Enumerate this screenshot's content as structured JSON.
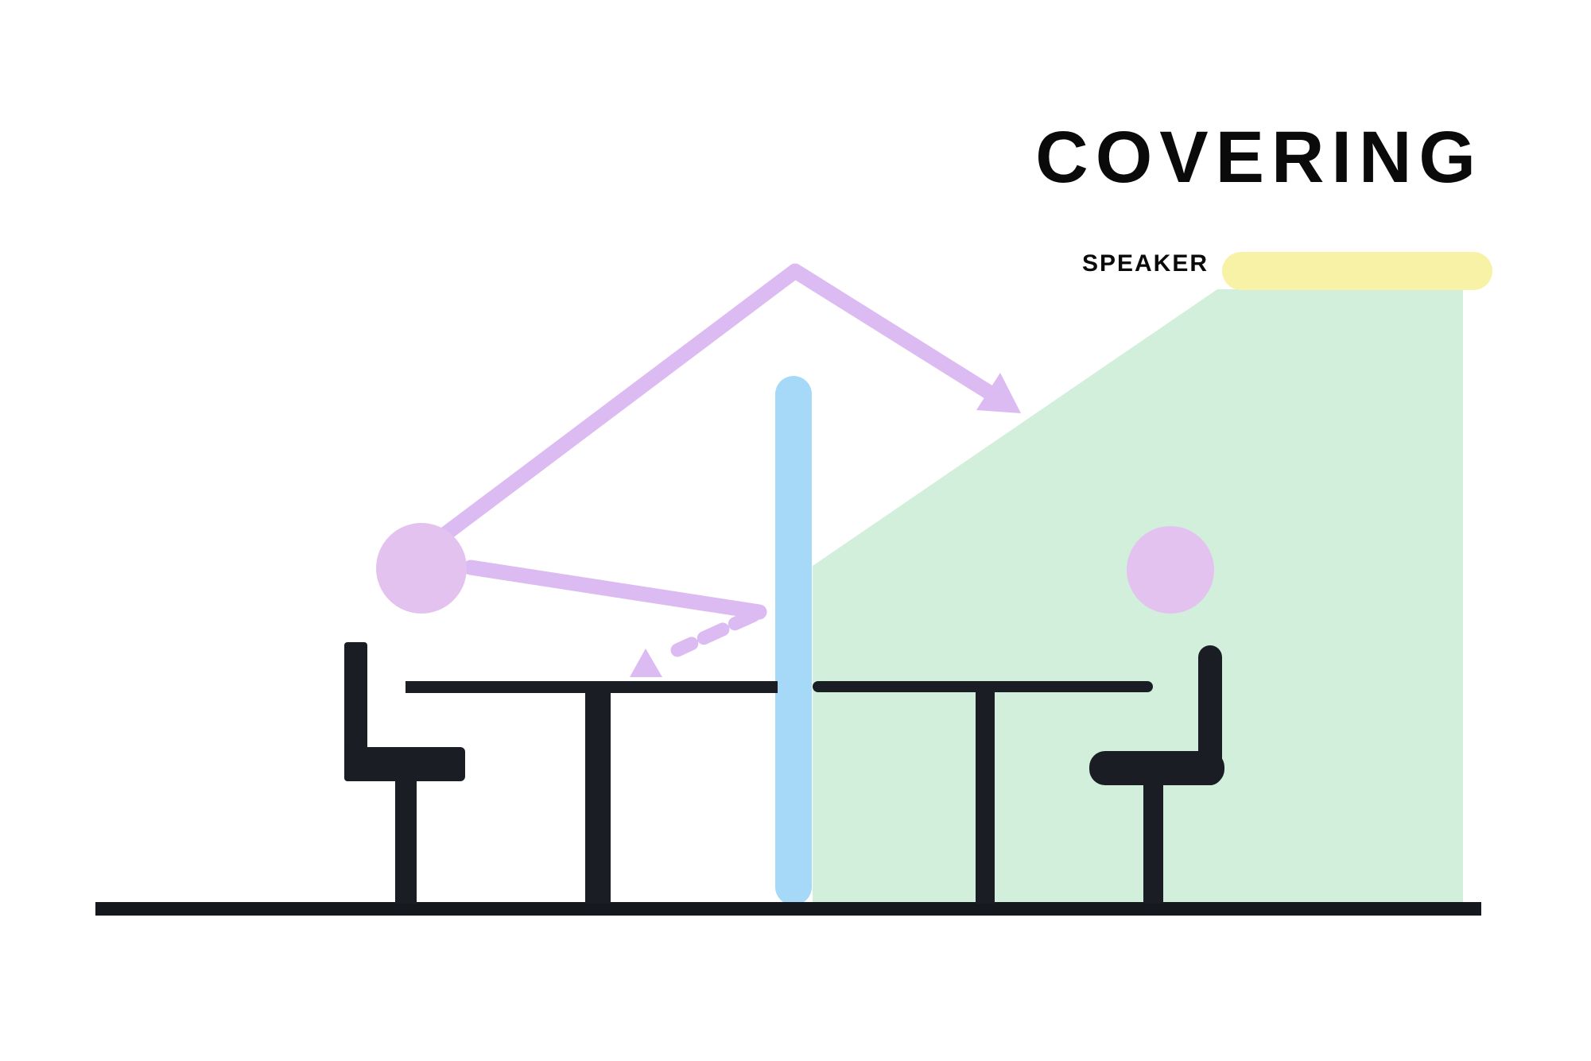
{
  "diagram": {
    "title": "COVERING",
    "speaker_label": "SPEAKER",
    "elements": {
      "speaker_bar": "ceiling speaker",
      "coverage_zone": "sound coverage area",
      "divider": "acoustic desk divider",
      "left_person": "person head at left desk",
      "right_person": "person head at right desk",
      "sound_path_over": "sound path over divider into coverage zone",
      "sound_path_blocked": "sound path deflected down by divider onto desk",
      "left_workstation": "desk and chair left",
      "right_workstation": "desk and chair right",
      "ground": "floor line"
    }
  },
  "colors": {
    "background": "#ffffff",
    "title_ink": "#0a0a0a",
    "furniture_ink": "#1a1d23",
    "ground_ink": "#15181d",
    "coverage_green": "#d1efdb",
    "speaker_yellow": "#f8f2a6",
    "divider_blue": "#a5d9f7",
    "sound_purple": "#dcbaf2",
    "head_purple": "#e3c2f0"
  }
}
